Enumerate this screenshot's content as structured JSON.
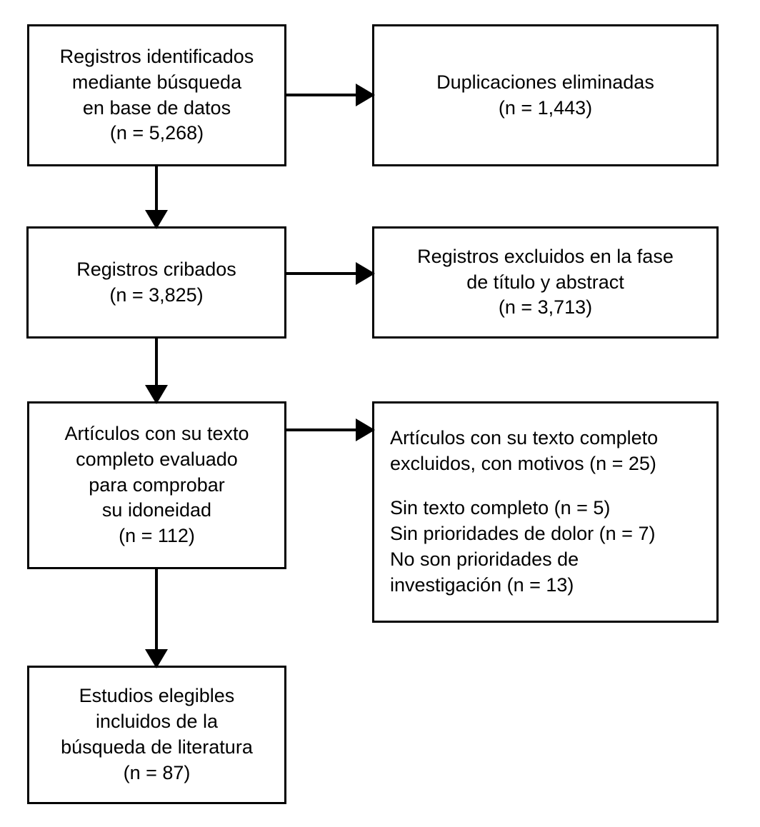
{
  "diagram": {
    "type": "prisma-flow-diagram",
    "language": "es",
    "boxes": {
      "identified": {
        "lines": [
          "Registros identificados",
          "mediante búsqueda",
          "en base de datos",
          "(n = 5,268)"
        ],
        "count": "5,268"
      },
      "duplicates": {
        "lines": [
          "Duplicaciones eliminadas",
          "(n = 1,443)"
        ],
        "count": "1,443"
      },
      "screened": {
        "lines": [
          "Registros cribados",
          "(n = 3,825)"
        ],
        "count": "3,825"
      },
      "excluded_title_abstract": {
        "lines": [
          "Registros excluidos en la fase",
          "de título y abstract",
          "(n = 3,713)"
        ],
        "count": "3,713"
      },
      "fulltext_assessed": {
        "lines": [
          "Artículos con su texto",
          "completo evaluado",
          "para comprobar",
          "su idoneidad",
          "(n = 112)"
        ],
        "count": "112"
      },
      "excluded_reasons": {
        "heading_lines": [
          "Artículos con su texto completo",
          "excluidos, con motivos (n = 25)"
        ],
        "total": "25",
        "reasons": [
          {
            "text": "Sin texto completo (n = 5)",
            "count": "5"
          },
          {
            "text": "Sin prioridades de dolor (n = 7)",
            "count": "7"
          },
          {
            "text": "No son prioridades de",
            "count": ""
          },
          {
            "text": "investigación (n = 13)",
            "count": "13"
          }
        ]
      },
      "included": {
        "lines": [
          "Estudios elegibles",
          "incluidos de la",
          "búsqueda de literatura",
          "(n = 87)"
        ],
        "count": "87"
      }
    },
    "colors": {
      "border": "#000000",
      "text": "#000000",
      "background": "#ffffff"
    }
  }
}
